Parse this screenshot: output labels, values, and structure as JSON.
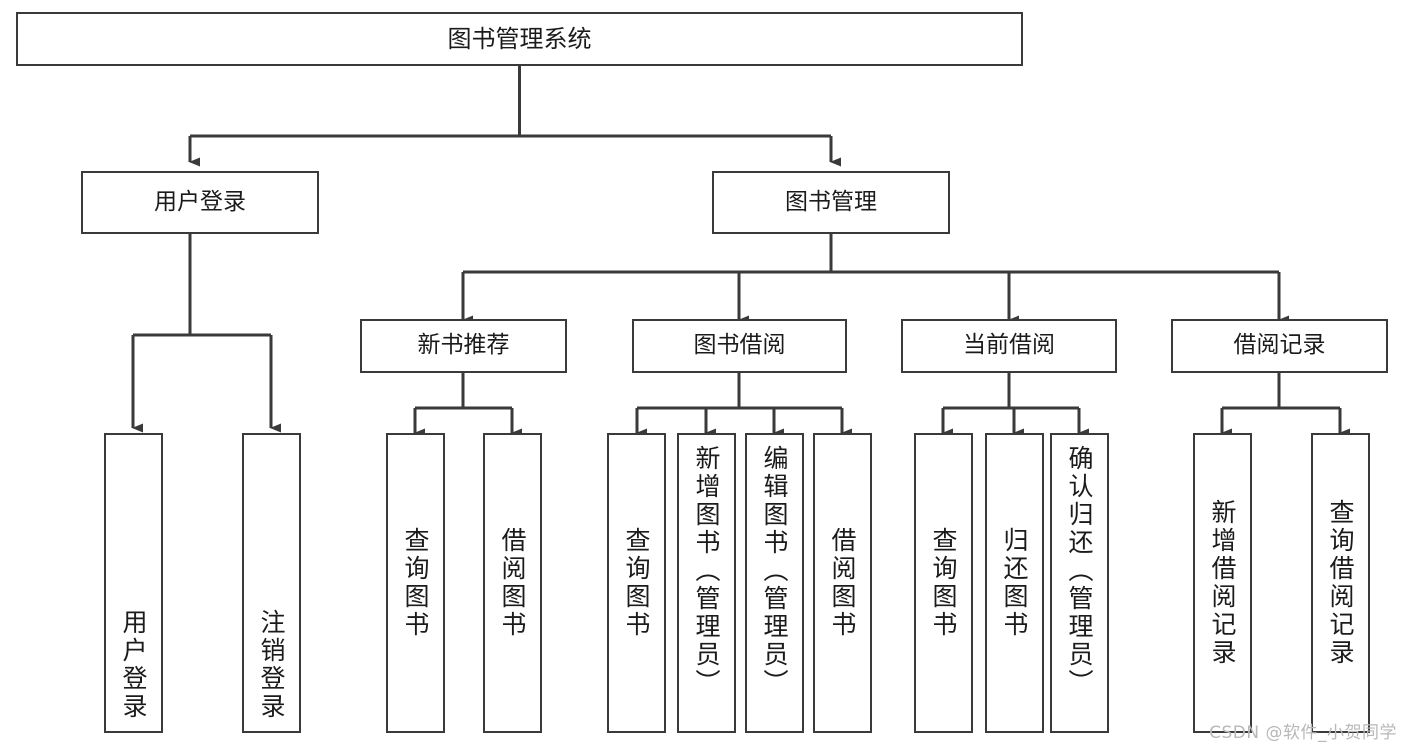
{
  "diagram": {
    "title": "图书管理系统",
    "type": "tree",
    "colors": {
      "box_border": "#3a3a3a",
      "box_fill": "#ffffff",
      "connector": "#3a3a3a",
      "text": "#1b1b1b",
      "watermark": "#b8b8b8",
      "background": "#ffffff"
    },
    "watermark": "CSDN @软件_小贺同学",
    "levels": {
      "level0": [
        {
          "id": "root",
          "label": "图书管理系统",
          "orientation": "horizontal"
        }
      ],
      "level1": [
        {
          "id": "user-login",
          "label": "用户登录",
          "orientation": "horizontal"
        },
        {
          "id": "book-manage",
          "label": "图书管理",
          "orientation": "horizontal"
        }
      ],
      "level2": [
        {
          "id": "new-book-rec",
          "label": "新书推荐",
          "orientation": "horizontal",
          "parent": "book-manage"
        },
        {
          "id": "book-borrow",
          "label": "图书借阅",
          "orientation": "horizontal",
          "parent": "book-manage"
        },
        {
          "id": "current-borrow",
          "label": "当前借阅",
          "orientation": "horizontal",
          "parent": "book-manage"
        },
        {
          "id": "borrow-record",
          "label": "借阅记录",
          "orientation": "horizontal",
          "parent": "book-manage"
        }
      ],
      "level3": [
        {
          "id": "leaf-user-login",
          "label": "用户登录",
          "orientation": "vertical",
          "parent": "user-login"
        },
        {
          "id": "leaf-user-logout",
          "label": "注销登录",
          "orientation": "vertical",
          "parent": "user-login"
        },
        {
          "id": "leaf-query-book-rec",
          "label": "查询图书",
          "orientation": "vertical",
          "parent": "new-book-rec"
        },
        {
          "id": "leaf-borrow-book-rec",
          "label": "借阅图书",
          "orientation": "vertical",
          "parent": "new-book-rec"
        },
        {
          "id": "leaf-query-book-borrow",
          "label": "查询图书",
          "orientation": "vertical",
          "parent": "book-borrow"
        },
        {
          "id": "leaf-add-book",
          "label": "新增图书（管理员）",
          "orientation": "vertical",
          "parent": "book-borrow"
        },
        {
          "id": "leaf-edit-book",
          "label": "编辑图书（管理员）",
          "orientation": "vertical",
          "parent": "book-borrow"
        },
        {
          "id": "leaf-borrow-book",
          "label": "借阅图书",
          "orientation": "vertical",
          "parent": "book-borrow"
        },
        {
          "id": "leaf-query-book-current",
          "label": "查询图书",
          "orientation": "vertical",
          "parent": "current-borrow"
        },
        {
          "id": "leaf-return-book",
          "label": "归还图书",
          "orientation": "vertical",
          "parent": "current-borrow"
        },
        {
          "id": "leaf-confirm-return",
          "label": "确认归还（管理员）",
          "orientation": "vertical",
          "parent": "current-borrow"
        },
        {
          "id": "leaf-add-record",
          "label": "新增借阅记录",
          "orientation": "vertical",
          "parent": "borrow-record"
        },
        {
          "id": "leaf-query-record",
          "label": "查询借阅记录",
          "orientation": "vertical",
          "parent": "borrow-record"
        }
      ]
    }
  }
}
